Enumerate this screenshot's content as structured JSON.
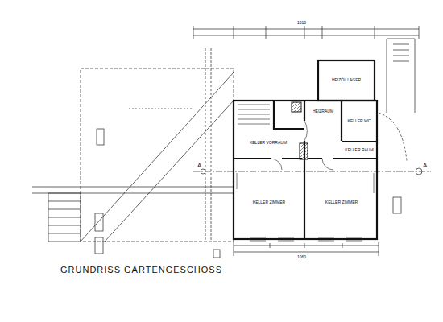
{
  "diagram": {
    "title": "GRUNDRISS GARTENGESCHOSS",
    "nodes": [
      {
        "text": [
          "KELLER VORRAUM"
        ]
      },
      {
        "text": [
          "HEIZRAUM"
        ]
      },
      {
        "text": [
          "KELLER WC"
        ]
      },
      {
        "text": [
          "KELLER RAUM"
        ]
      },
      {
        "text": [
          "KELLER ZIMMER"
        ]
      },
      {
        "text": [
          "KELLER ZIMMER"
        ]
      },
      {
        "text": [
          "HEIZÖL LAGER"
        ]
      }
    ],
    "labels": [
      "A",
      "A",
      "1010",
      "1060"
    ]
  }
}
